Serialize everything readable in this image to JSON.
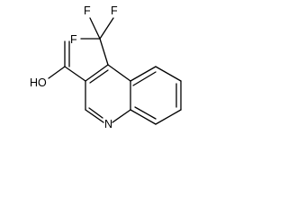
{
  "molecule": {
    "atoms": {
      "f_top_left": "F",
      "f_top_right": "F",
      "f_left": "F",
      "hydroxyl": "HO",
      "ring_nitrogen": "N"
    },
    "colors": {
      "bond": "#000000",
      "label": "#000000",
      "background": "#ffffff"
    }
  }
}
